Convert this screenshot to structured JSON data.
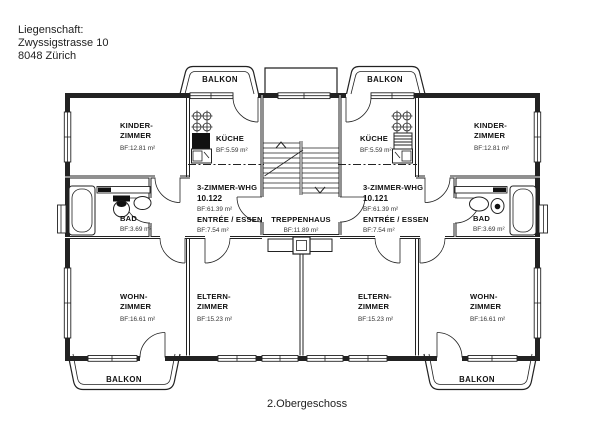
{
  "header": {
    "line1": "Liegenschaft:",
    "line2": "Zwyssigstrasse 10",
    "line3": "8048 Zürich"
  },
  "floor_label": "2.Obergeschoss",
  "balconies": {
    "top_left": "BALKON",
    "top_right": "BALKON",
    "bottom_left": "BALKON",
    "bottom_right": "BALKON"
  },
  "stairwell": {
    "name": "TREPPENHAUS",
    "area": "BF:11.89 m²"
  },
  "apartments": {
    "left": {
      "type": "3-ZIMMER-WHG",
      "unit_number": "10.122",
      "total_area": "BF:61.39 m²",
      "entree": {
        "name": "ENTRÉE / ESSEN",
        "area": "BF:7.54 m²"
      },
      "rooms": {
        "kinderzimmer": {
          "line1": "KINDER-",
          "line2": "ZIMMER",
          "area": "BF:12.81 m²"
        },
        "kueche": {
          "name": "KÜCHE",
          "area": "BF:5.59 m²"
        },
        "bad": {
          "name": "BAD",
          "area": "BF:3.69 m²"
        },
        "wohnzimmer": {
          "line1": "WOHN-",
          "line2": "ZIMMER",
          "area": "BF:16.61 m²"
        },
        "elternzimmer": {
          "line1": "ELTERN-",
          "line2": "ZIMMER",
          "area": "BF:15.23 m²"
        }
      }
    },
    "right": {
      "type": "3-ZIMMER-WHG",
      "unit_number": "10.121",
      "total_area": "BF:61.39 m²",
      "entree": {
        "name": "ENTRÉE / ESSEN",
        "area": "BF:7.54 m²"
      },
      "rooms": {
        "kinderzimmer": {
          "line1": "KINDER-",
          "line2": "ZIMMER",
          "area": "BF:12.81 m²"
        },
        "kueche": {
          "name": "KÜCHE",
          "area": "BF:5.59 m²"
        },
        "bad": {
          "name": "BAD",
          "area": "BF:3.69 m²"
        },
        "wohnzimmer": {
          "line1": "WOHN-",
          "line2": "ZIMMER",
          "area": "BF:16.61 m²"
        },
        "elternzimmer": {
          "line1": "ELTERN-",
          "line2": "ZIMMER",
          "area": "BF:15.23 m²"
        }
      }
    }
  },
  "colors": {
    "line": "#222222",
    "background": "#ffffff"
  }
}
